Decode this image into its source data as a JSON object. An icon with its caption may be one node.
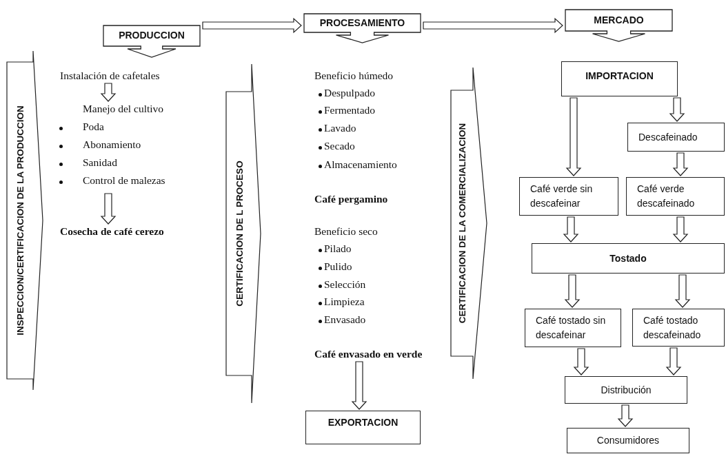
{
  "diagram": {
    "nodes": [
      {
        "text": [
          "PRODUCCION"
        ]
      },
      {
        "text": [
          "PROCESAMIENTO"
        ]
      },
      {
        "text": [
          "MERCADO"
        ]
      },
      {
        "text": [
          "INSPECCION/CERTIFICACION DE LA PRODUCCION"
        ]
      },
      {
        "text": [
          "Instalación de cafetales"
        ]
      },
      {
        "text": [
          "Manejo del cultivo",
          "Poda",
          "Abonamiento",
          "Sanidad",
          "Control de malezas"
        ]
      },
      {
        "text": [
          "Cosecha de café cerezo"
        ]
      },
      {
        "text": [
          "CERTIFICACION DE L PROCESO"
        ]
      },
      {
        "text": [
          "Café envasado en verde"
        ]
      },
      {
        "text": [
          "EXPORTACION"
        ]
      },
      {
        "text": [
          "CERTIFICACION DE LA COMERCIALIZACION"
        ]
      },
      {
        "text": [
          "IMPORTACION"
        ]
      },
      {
        "text": [
          "Descafeinado"
        ]
      },
      {
        "text": [
          "Café verde sin descafeinar"
        ]
      },
      {
        "text": [
          "Café verde descafeinado"
        ]
      },
      {
        "text": [
          "Tostado"
        ]
      },
      {
        "text": [
          "Café  tostado sin descafeinar"
        ]
      },
      {
        "text": [
          "Café  tostado descafeinado"
        ]
      },
      {
        "text": [
          "Distribución"
        ]
      },
      {
        "text": [
          "Consumidores"
        ]
      }
    ],
    "edges": [
      {
        "from": 0,
        "to": 1,
        "arrow": "to"
      },
      {
        "from": 1,
        "to": 2,
        "arrow": "to"
      },
      {
        "from": 4,
        "to": 5,
        "arrow": "to"
      },
      {
        "from": 5,
        "to": 6,
        "arrow": "to"
      },
      {
        "from": 8,
        "to": 9,
        "arrow": "to"
      },
      {
        "from": 11,
        "to": 13,
        "arrow": "to"
      },
      {
        "from": 11,
        "to": 12,
        "arrow": "to"
      },
      {
        "from": 12,
        "to": 14,
        "arrow": "to"
      },
      {
        "from": 13,
        "to": 15,
        "arrow": "to"
      },
      {
        "from": 14,
        "to": 15,
        "arrow": "to"
      },
      {
        "from": 15,
        "to": 16,
        "arrow": "to"
      },
      {
        "from": 15,
        "to": 17,
        "arrow": "to"
      },
      {
        "from": 16,
        "to": 18,
        "arrow": "to"
      },
      {
        "from": 17,
        "to": 18,
        "arrow": "to"
      },
      {
        "from": 18,
        "to": 19,
        "arrow": "to"
      }
    ],
    "labels": [
      "Beneficio húmedo",
      "Despulpado",
      "Fermentado",
      "Lavado",
      "Secado",
      "Almacenamiento",
      "Café pergamino",
      "Beneficio seco",
      "Pilado",
      "Pulido",
      "Selección",
      "Limpieza",
      "Envasado"
    ]
  }
}
